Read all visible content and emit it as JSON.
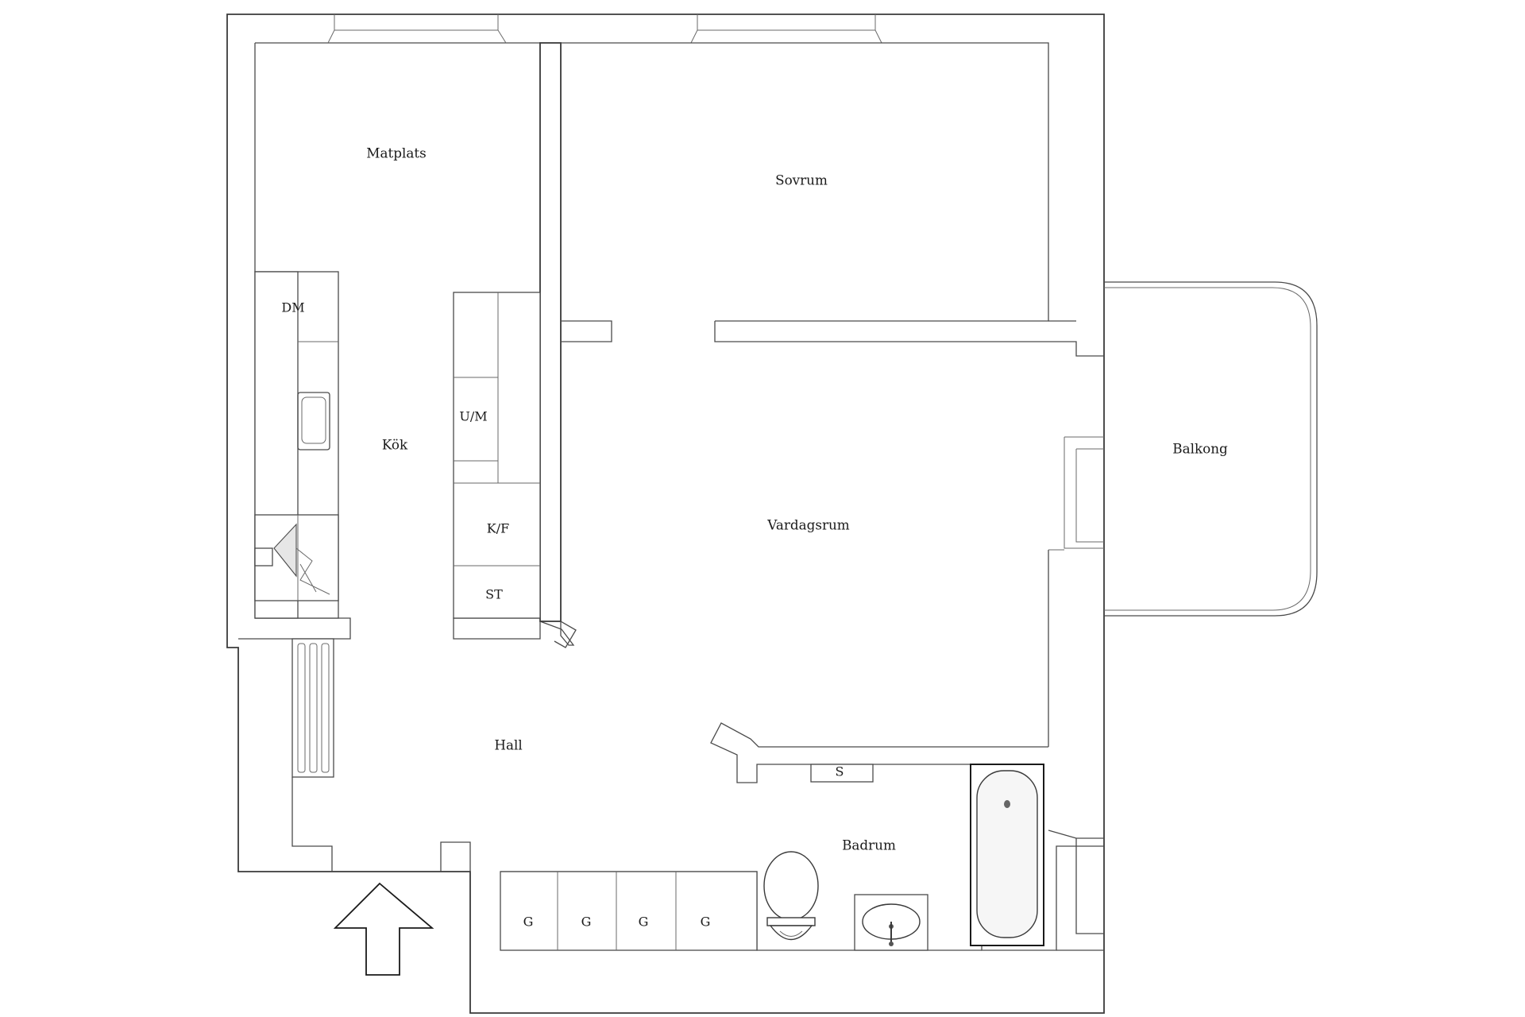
{
  "rooms": {
    "matplats": "Matplats",
    "sovrum": "Sovrum",
    "kok": "Kök",
    "vardagsrum": "Vardagsrum",
    "balkong": "Balkong",
    "hall": "Hall",
    "badrum": "Badrum"
  },
  "fixtures": {
    "dm": "DM",
    "um": "U/M",
    "kf": "K/F",
    "st": "ST",
    "s": "S",
    "g1": "G",
    "g2": "G",
    "g3": "G",
    "g4": "G"
  },
  "icons": {
    "entrance": "entrance-arrow-icon",
    "bathtub": "bathtub-icon",
    "toilet": "toilet-icon",
    "sink": "washbasin-icon",
    "kitchen_sink": "kitchen-sink-icon",
    "stove": "stove-hood-icon",
    "radiator": "radiator-icon"
  },
  "colors": {
    "wall_stroke": "#3a3a3a",
    "background": "#ffffff",
    "fixture_fill": "#e6e6e6"
  }
}
